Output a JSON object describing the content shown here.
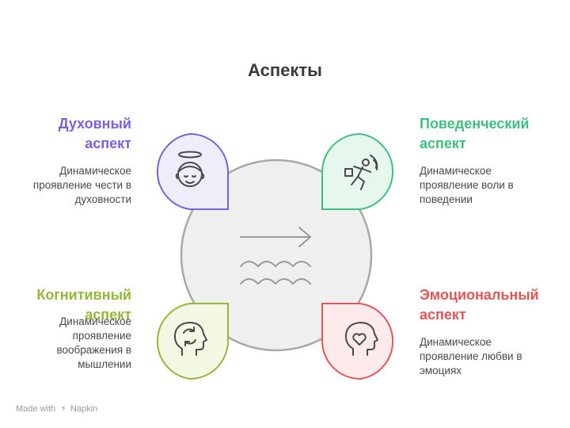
{
  "title": "Аспекты",
  "aspects": {
    "spiritual": {
      "title": "Духовный\nаспект",
      "description": "Динамическое\nпроявление чести в\nдуховности",
      "icon": "halo-face-icon",
      "color": "#7b61d9",
      "fill": "#f0edfb"
    },
    "behavioral": {
      "title": "Поведенческий\nаспект",
      "description": "Динамическое\nпроявление воли в\nповедении",
      "icon": "running-person-icon",
      "color": "#3fbf7f",
      "fill": "#e6f8ee"
    },
    "cognitive": {
      "title": "Когнитивный\nаспект",
      "description": "Динамическое\nпроявление\nвоображения в\nмышлении",
      "icon": "head-cycle-icon",
      "color": "#94b83a",
      "fill": "#f3f8e4"
    },
    "emotional": {
      "title": "Эмоциональный\nаспект",
      "description": "Динамическое\nпроявление любви в\nэмоциях",
      "icon": "head-heart-icon",
      "color": "#e15757",
      "fill": "#fdeaea"
    }
  },
  "center": {
    "icon": "arrow-waves-icon",
    "fill": "#efefef",
    "stroke": "#a8a8a8"
  },
  "watermark": {
    "prefix": "Made with",
    "brand": "Napkin"
  }
}
